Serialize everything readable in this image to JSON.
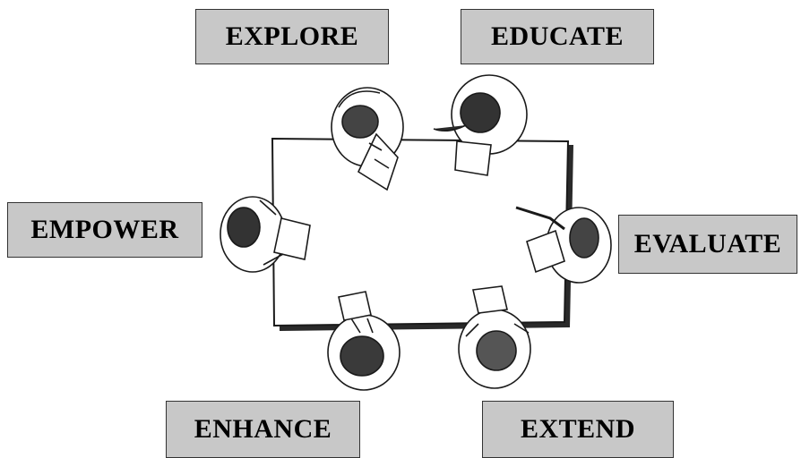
{
  "labels": {
    "explore": "EXPLORE",
    "educate": "EDUCATE",
    "empower": "EMPOWER",
    "evaluate": "EVALUATE",
    "enhance": "ENHANCE",
    "extend": "EXTEND"
  },
  "colors": {
    "box_fill": "#c8c8c8",
    "ink": "#1a1a1a",
    "background": "#ffffff"
  }
}
